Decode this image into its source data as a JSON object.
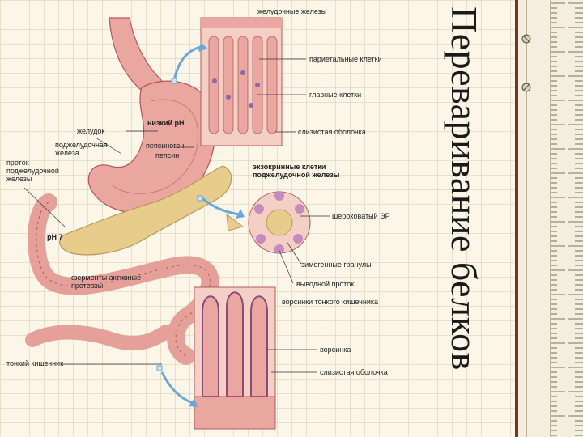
{
  "title": "Переваривание белков",
  "labels": {
    "gastric_glands": "желудочные железы",
    "parietal_cells": "париетальные клетки",
    "chief_cells": "главные клетки",
    "mucosa": "слизистая оболочка",
    "stomach": "желудок",
    "low_ph": "низкий pH",
    "pepsinogen": "пепсиноген",
    "pepsin": "пепсин",
    "pancreas": "поджелудочная железа",
    "pancreatic_duct": "проток поджелудочной железы",
    "exocrine_cells": "экзокринные клетки поджелудочной железы",
    "rough_er": "шероховатый ЭР",
    "zymogen_granules": "зимогенные гранулы",
    "excretory_duct": "выводной проток",
    "ph7": "pH 7",
    "enzymes": "ферменты активные протеазы",
    "villi_small": "ворсинки тонкого кишечника",
    "villus": "ворсинка",
    "mucosa2": "слизистая оболочка",
    "small_intestine": "тонкий кишечник"
  },
  "colors": {
    "tissue_pink": "#e9a7a0",
    "tissue_light": "#f4cfc6",
    "tissue_dark": "#b5595b",
    "pancreas": "#e8cc8c",
    "arrow_blue": "#6aa7d8",
    "villus_purple": "#8c4a78",
    "ruler_brown": "#6b3b20"
  },
  "icons": [
    "arrow-icon",
    "screw-icon"
  ]
}
